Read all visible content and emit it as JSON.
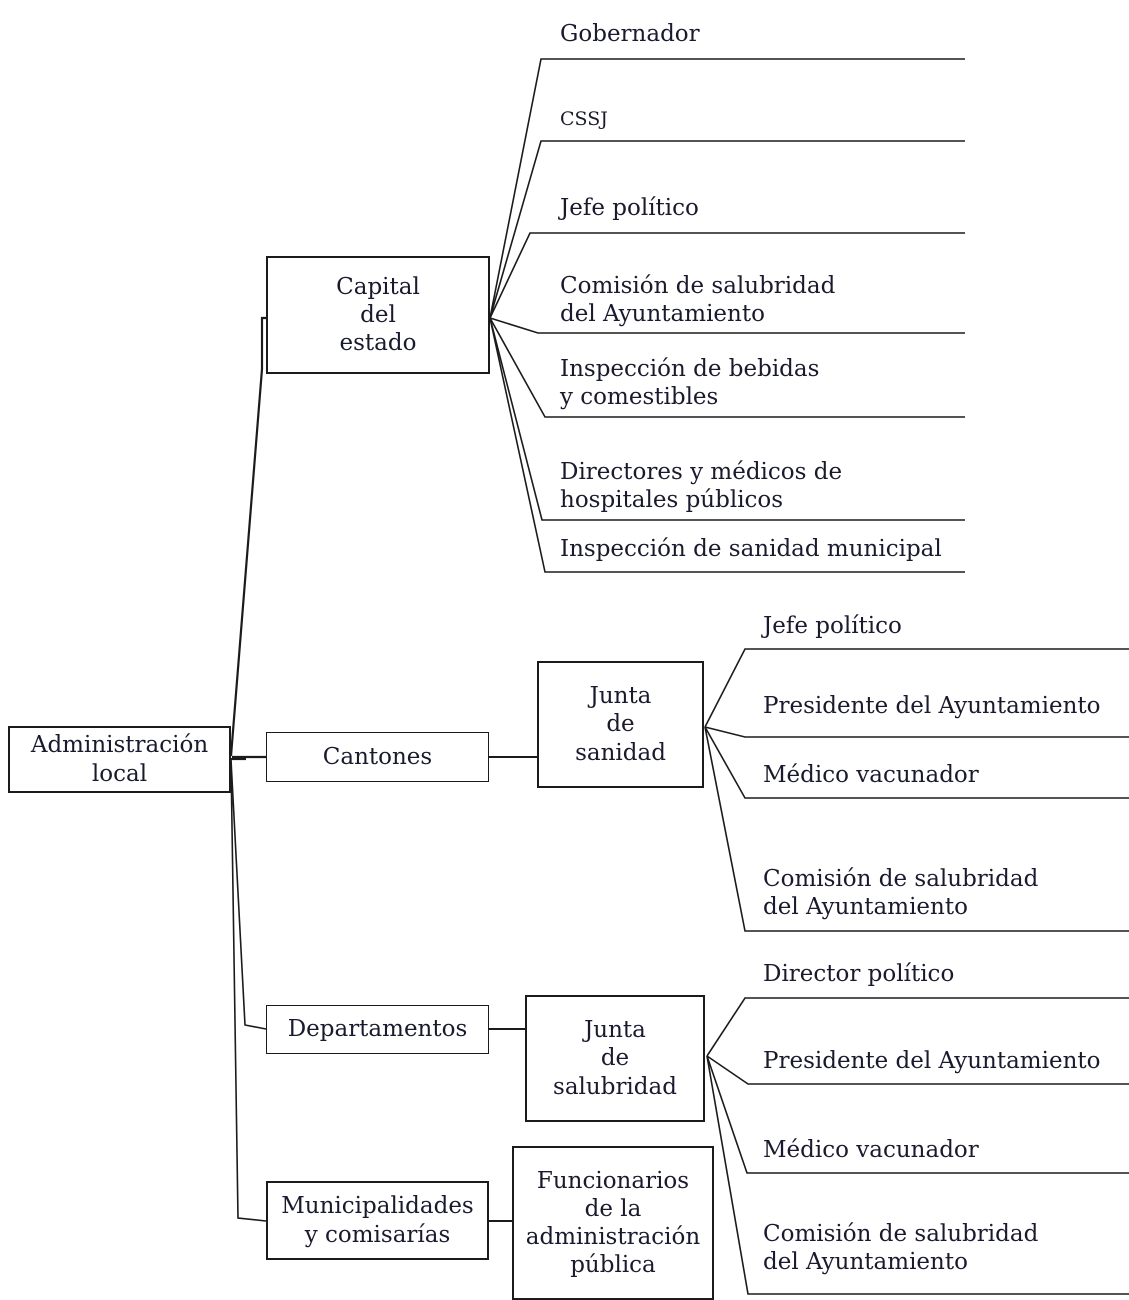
{
  "diagram": {
    "title": "Administracion local organizational chart",
    "root": {
      "label": "Administración local"
    },
    "level1": [
      {
        "label": "Capital\ndel\nestado"
      },
      {
        "label": "Cantones"
      },
      {
        "label": "Departamentos"
      },
      {
        "label": "Municipalidades\ny comisarías"
      }
    ],
    "level2": [
      {
        "label": "Junta\nde\nsanidad"
      },
      {
        "label": "Junta\nde\nsalubridad"
      },
      {
        "label": "Funcionarios\nde la\nadministración\npública"
      }
    ],
    "capital_children": [
      {
        "label": "Gobernador"
      },
      {
        "label": "CSSJ",
        "style": "small-caps"
      },
      {
        "label": "Jefe político"
      },
      {
        "label": "Comisión de salubridad\ndel Ayuntamiento"
      },
      {
        "label": "Inspección de bebidas\ny comestibles"
      },
      {
        "label": "Directores y médicos de\nhospitales públicos"
      },
      {
        "label": "Inspección de sanidad municipal"
      }
    ],
    "junta_sanidad_children": [
      {
        "label": "Jefe político"
      },
      {
        "label": "Presidente del Ayuntamiento"
      },
      {
        "label": "Médico vacunador"
      },
      {
        "label": "Comisión de salubridad\ndel Ayuntamiento"
      }
    ],
    "junta_salubridad_children": [
      {
        "label": "Director político"
      },
      {
        "label": "Presidente del Ayuntamiento"
      },
      {
        "label": "Médico vacunador"
      },
      {
        "label": "Comisión de salubridad\ndel Ayuntamiento"
      }
    ],
    "colors": {
      "line": "#1b1b1b",
      "text": "#1a1a2e",
      "background": "#ffffff"
    }
  }
}
